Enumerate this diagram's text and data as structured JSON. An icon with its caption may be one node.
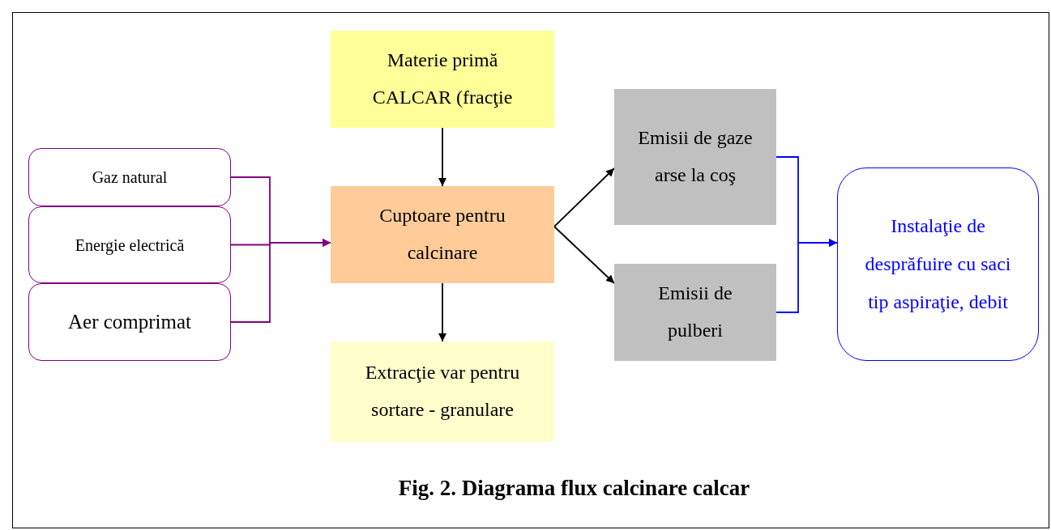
{
  "diagram": {
    "caption": "Fig. 2. Diagrama flux calcinare calcar",
    "nodes": [
      {
        "text": [
          "Materie primă CALCAR (fracţie"
        ]
      },
      {
        "text": [
          "Gaz natural"
        ]
      },
      {
        "text": [
          "Energie electrică"
        ]
      },
      {
        "text": [
          "Aer comprimat"
        ]
      },
      {
        "text": [
          "Cuptoare pentru calcinare"
        ]
      },
      {
        "text": [
          "Extracţie var pentru sortare - granulare"
        ]
      },
      {
        "text": [
          "Emisii de gaze arse la coş"
        ]
      },
      {
        "text": [
          "Emisii de pulberi"
        ]
      },
      {
        "text": [
          "Instalaţie de desprăfuire cu saci tip aspiraţie, debit"
        ]
      }
    ],
    "edges": [
      {
        "from": 0,
        "to": 4,
        "arrow": "to"
      },
      {
        "from": 1,
        "to": 4,
        "arrow": "to",
        "color": "#800080"
      },
      {
        "from": 2,
        "to": 4,
        "arrow": "to",
        "color": "#800080"
      },
      {
        "from": 3,
        "to": 4,
        "arrow": "to",
        "color": "#800080"
      },
      {
        "from": 4,
        "to": 5,
        "arrow": "to"
      },
      {
        "from": 4,
        "to": 6,
        "arrow": "to"
      },
      {
        "from": 4,
        "to": 7,
        "arrow": "to"
      },
      {
        "from": 6,
        "to": 8,
        "arrow": "to",
        "color": "#0000ff"
      },
      {
        "from": 7,
        "to": 8,
        "arrow": "to",
        "color": "#0000ff"
      }
    ]
  }
}
